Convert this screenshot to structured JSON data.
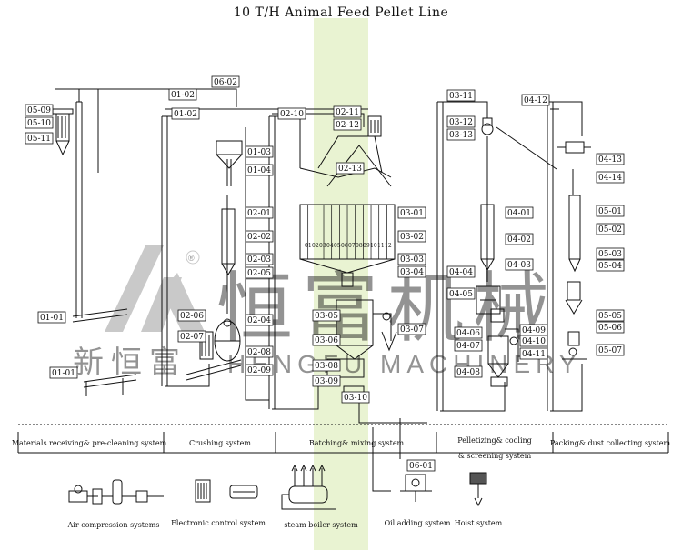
{
  "title": "10 T/H Animal Feed Pellet Line",
  "colors": {
    "line": "#111111",
    "band": "#e9f3d2",
    "watermark": "#9a9a9a"
  },
  "watermark": {
    "brand_cn": "恒富机械",
    "brand_cn_small": "新恒富",
    "brand_en": "HENGFU MACHINERY",
    "registered": "®"
  },
  "labels": {
    "l_05_09": "05-09",
    "l_05_10": "05-10",
    "l_05_11": "05-11",
    "l_01_02a": "01-02",
    "l_06_02": "06-02",
    "l_01_02b": "01-02",
    "l_01_03": "01-03",
    "l_01_04": "01-04",
    "l_02_01": "02-01",
    "l_02_02": "02-02",
    "l_02_03": "02-03",
    "l_02_05": "02-05",
    "l_02_06": "02-06",
    "l_02_07": "02-07",
    "l_02_04": "02-04",
    "l_02_08": "02-08",
    "l_02_09": "02-09",
    "l_01_01a": "01-01",
    "l_01_01b": "01-01",
    "l_02_10": "02-10",
    "l_02_11": "02-11",
    "l_02_12": "02-12",
    "l_02_13": "02-13",
    "l_03_01": "03-01",
    "l_03_02": "03-02",
    "l_03_03": "03-03",
    "l_03_04": "03-04",
    "l_03_05": "03-05",
    "l_03_06": "03-06",
    "l_03_07": "03-07",
    "l_03_08": "03-08",
    "l_03_09": "03-09",
    "l_03_10": "03-10",
    "l_03_11": "03-11",
    "l_03_12": "03-12",
    "l_03_13": "03-13",
    "l_04_01": "04-01",
    "l_04_02": "04-02",
    "l_04_03": "04-03",
    "l_04_04": "04-04",
    "l_04_05": "04-05",
    "l_04_06": "04-06",
    "l_04_07": "04-07",
    "l_04_08": "04-08",
    "l_04_09": "04-09",
    "l_04_10": "04-10",
    "l_04_11": "04-11",
    "l_04_12": "04-12",
    "l_04_13": "04-13",
    "l_04_14": "04-14",
    "l_05_01": "05-01",
    "l_05_02": "05-02",
    "l_05_03": "05-03",
    "l_05_04": "05-04",
    "l_05_05": "05-05",
    "l_05_06": "05-06",
    "l_05_07": "05-07",
    "l_06_01": "06-01"
  },
  "sections": {
    "receiving": "Materials receiving& pre-cleaning system",
    "crushing": "Crushing system",
    "batching": "Batching& mixing system",
    "pelletizing_1": "Pelletizing& cooling",
    "pelletizing_2": "& screening system",
    "packing": "Packing& dust collecting system"
  },
  "auxiliary": {
    "air": "Air compression systems",
    "electronic": "Electronic control system",
    "steam": "steam boiler system",
    "oil": "Oil adding system",
    "hoist": "Hoist system"
  }
}
